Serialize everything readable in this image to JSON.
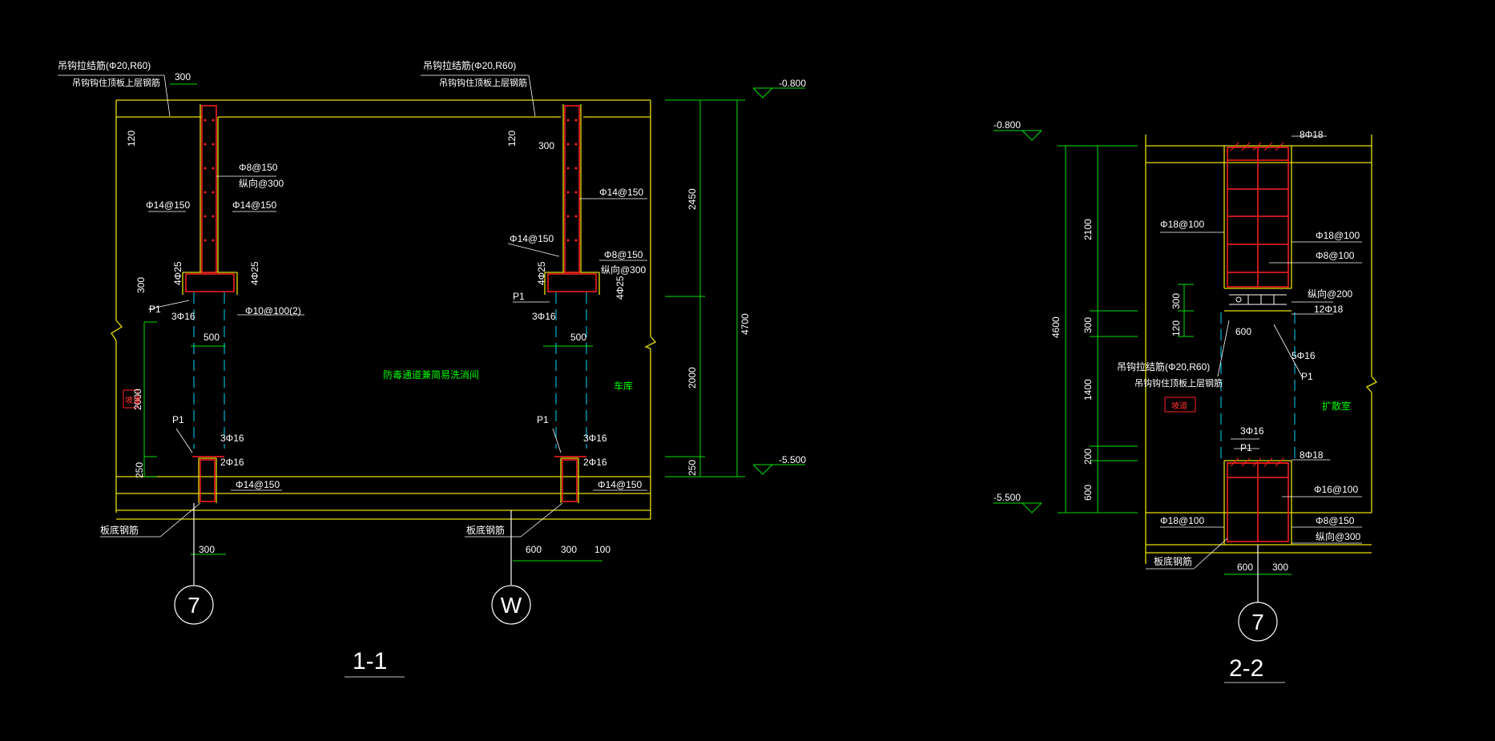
{
  "colors": {
    "background": "#000000",
    "wall_outline": "#e8e000",
    "dimension": "#00e000",
    "rebar": "#ff2020",
    "annotation": "#ffffff",
    "axis": "#00d8ff",
    "section_title": "#ffffff"
  },
  "section_1_1": {
    "title": "1-1",
    "left_notes": {
      "hook_line1": "吊钩拉结筋(Φ20,R60)",
      "hook_line2": "吊钩钩住顶板上层钢筋",
      "dim_300_top": "300",
      "dim_120": "120",
      "rebar_phi8_150": "Φ8@150",
      "rebar_long_300": "纵向@300",
      "rebar_phi14_150_left": "Φ14@150",
      "rebar_phi14_150_right": "Φ14@150",
      "dim_300_side": "300",
      "rebar_4phi25_a": "4Φ25",
      "rebar_4phi25_b": "4Φ25",
      "p1_upper": "P1",
      "rebar_3phi16": "3Φ16",
      "rebar_phi10_100": "Φ10@100(2)",
      "dim_500": "500",
      "dim_2000": "2000",
      "red_tag": "坡道",
      "p1_lower": "P1",
      "rebar_3phi16_lower": "3Φ16",
      "rebar_2phi16": "2Φ16",
      "dim_250": "250",
      "rebar_phi14_150_bottom": "Φ14@150",
      "slab_bottom_rebar": "板底钢筋",
      "dim_300_bottom": "300",
      "axis_label": "7"
    },
    "right_notes": {
      "hook_line1": "吊钩拉结筋(Φ20,R60)",
      "hook_line2": "吊钩钩住顶板上层钢筋",
      "dim_120": "120",
      "dim_300": "300",
      "rebar_phi14_150_top": "Φ14@150",
      "rebar_phi14_150_mid": "Φ14@150",
      "rebar_phi8_150": "Φ8@150",
      "rebar_long_300": "纵向@300",
      "rebar_4phi25_a": "4Φ25",
      "rebar_4phi25_b": "4Φ25",
      "p1_upper": "P1",
      "rebar_3phi16": "3Φ16",
      "dim_500": "500",
      "p1_lower": "P1",
      "rebar_3phi16_lower": "3Φ16",
      "rebar_2phi16": "2Φ16",
      "rebar_phi14_150_bottom": "Φ14@150",
      "slab_bottom_rebar": "板底钢筋",
      "dim_600": "600",
      "dim_100": "100",
      "axis_label": "W"
    },
    "center_label": "防毒通道兼简易洗消间",
    "room_label": "车库",
    "elev_top": "-0.800",
    "elev_bottom": "-5.500",
    "dim_2450": "2450",
    "dim_2000": "2000",
    "dim_250": "250",
    "dim_4700": "4700"
  },
  "section_2_2": {
    "title": "2-2",
    "elev_top": "-0.800",
    "elev_bottom": "-5.500",
    "dim_4600": "4600",
    "dim_2100": "2100",
    "dim_300": "300",
    "dim_1400": "1400",
    "dim_200": "200",
    "dim_600": "600",
    "top_rebar": "8Φ18",
    "rebar_phi18_100_left": "Φ18@100",
    "rebar_phi18_100_right": "Φ18@100",
    "rebar_phi8_100": "Φ8@100",
    "dim_300_side": "300",
    "dim_120": "120",
    "rebar_long_200": "纵向@200",
    "rebar_12phi18": "12Φ18",
    "dim_600_mid": "600",
    "rebar_5phi16": "5Φ16",
    "hook_line1": "吊钩拉结筋(Φ20,R60)",
    "hook_line2": "吊钩钩住顶板上层钢筋",
    "p1_right": "P1",
    "red_tag": "坡道",
    "room_label": "扩散室",
    "rebar_3phi16": "3Φ16",
    "p1_lower": "P1",
    "rebar_8phi18_lower": "8Φ18",
    "rebar_phi16_100": "Φ16@100",
    "rebar_phi18_100_bottom": "Φ18@100",
    "rebar_phi8_150": "Φ8@150",
    "rebar_long_300": "纵向@300",
    "slab_bottom_rebar": "板底钢筋",
    "dim_600_bottom": "600",
    "dim_300_bottom": "300",
    "axis_label": "7"
  }
}
